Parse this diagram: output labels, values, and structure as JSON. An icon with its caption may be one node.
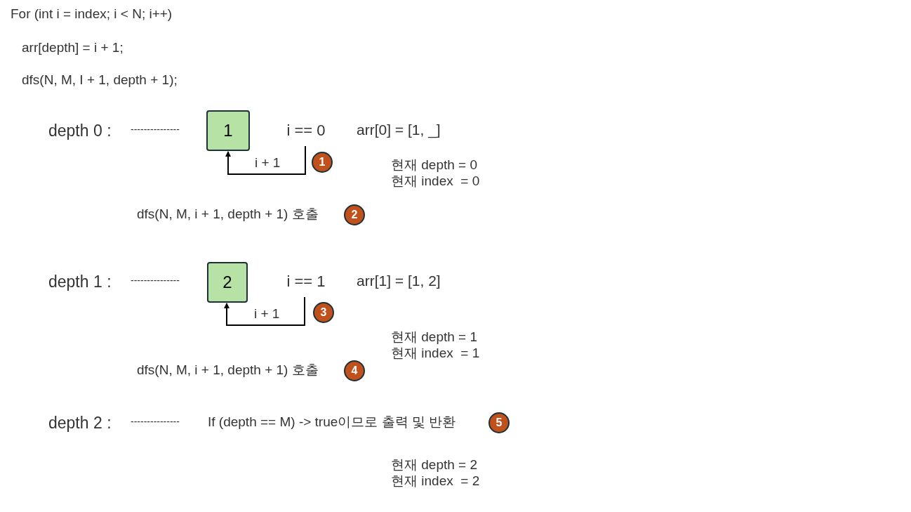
{
  "diagram": {
    "nodes": [
      {
        "text": [
          "1"
        ]
      },
      {
        "text": [
          "i == 0"
        ]
      },
      {
        "text": [
          "1"
        ]
      },
      {
        "text": [
          "2"
        ]
      },
      {
        "text": [
          "2"
        ]
      },
      {
        "text": [
          "i == 1"
        ]
      },
      {
        "text": [
          "3"
        ]
      },
      {
        "text": [
          "4"
        ]
      },
      {
        "text": [
          "5"
        ]
      }
    ],
    "edges": [
      {
        "from": 1,
        "to": 0,
        "arrow": "to",
        "label": "i + 1"
      },
      {
        "from": 5,
        "to": 4,
        "arrow": "to",
        "label": "i + 1"
      }
    ],
    "labels": [
      "For (int i = index; i < N; i++)",
      "arr[depth] = i + 1;",
      "dfs(N, M, I + 1, depth + 1);",
      "depth 0 :",
      "---------------",
      "arr[0] = [1, _]",
      "현재 depth = 0",
      "현재 index  = 0",
      "dfs(N, M, i + 1, depth + 1) 호출",
      "depth 1 :",
      "---------------",
      "arr[1] = [1, 2]",
      "현재 depth = 1",
      "현재 index  = 1",
      "dfs(N, M, i + 1, depth + 1) 호출",
      "depth 2 :",
      "---------------",
      "If (depth == M) -> true이므로 출력 및 반환",
      "현재 depth = 2",
      "현재 index  = 2"
    ]
  }
}
